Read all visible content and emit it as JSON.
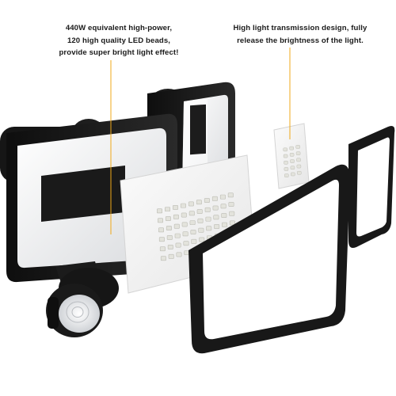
{
  "callouts": {
    "left": {
      "lines": [
        "440W equivalent high-power,",
        "120 high quality LED beads,",
        "provide super bright light effect!"
      ]
    },
    "right": {
      "lines": [
        "High light transmission design, fully",
        "release the brightness of the light."
      ]
    }
  },
  "colors": {
    "housing": "#1b1b1b",
    "panel": "#f4f5f6",
    "led_board": "#f7f7f7",
    "led": "#e8e8e3",
    "leader_line": "#f0a818",
    "text": "#1a1a1a"
  }
}
